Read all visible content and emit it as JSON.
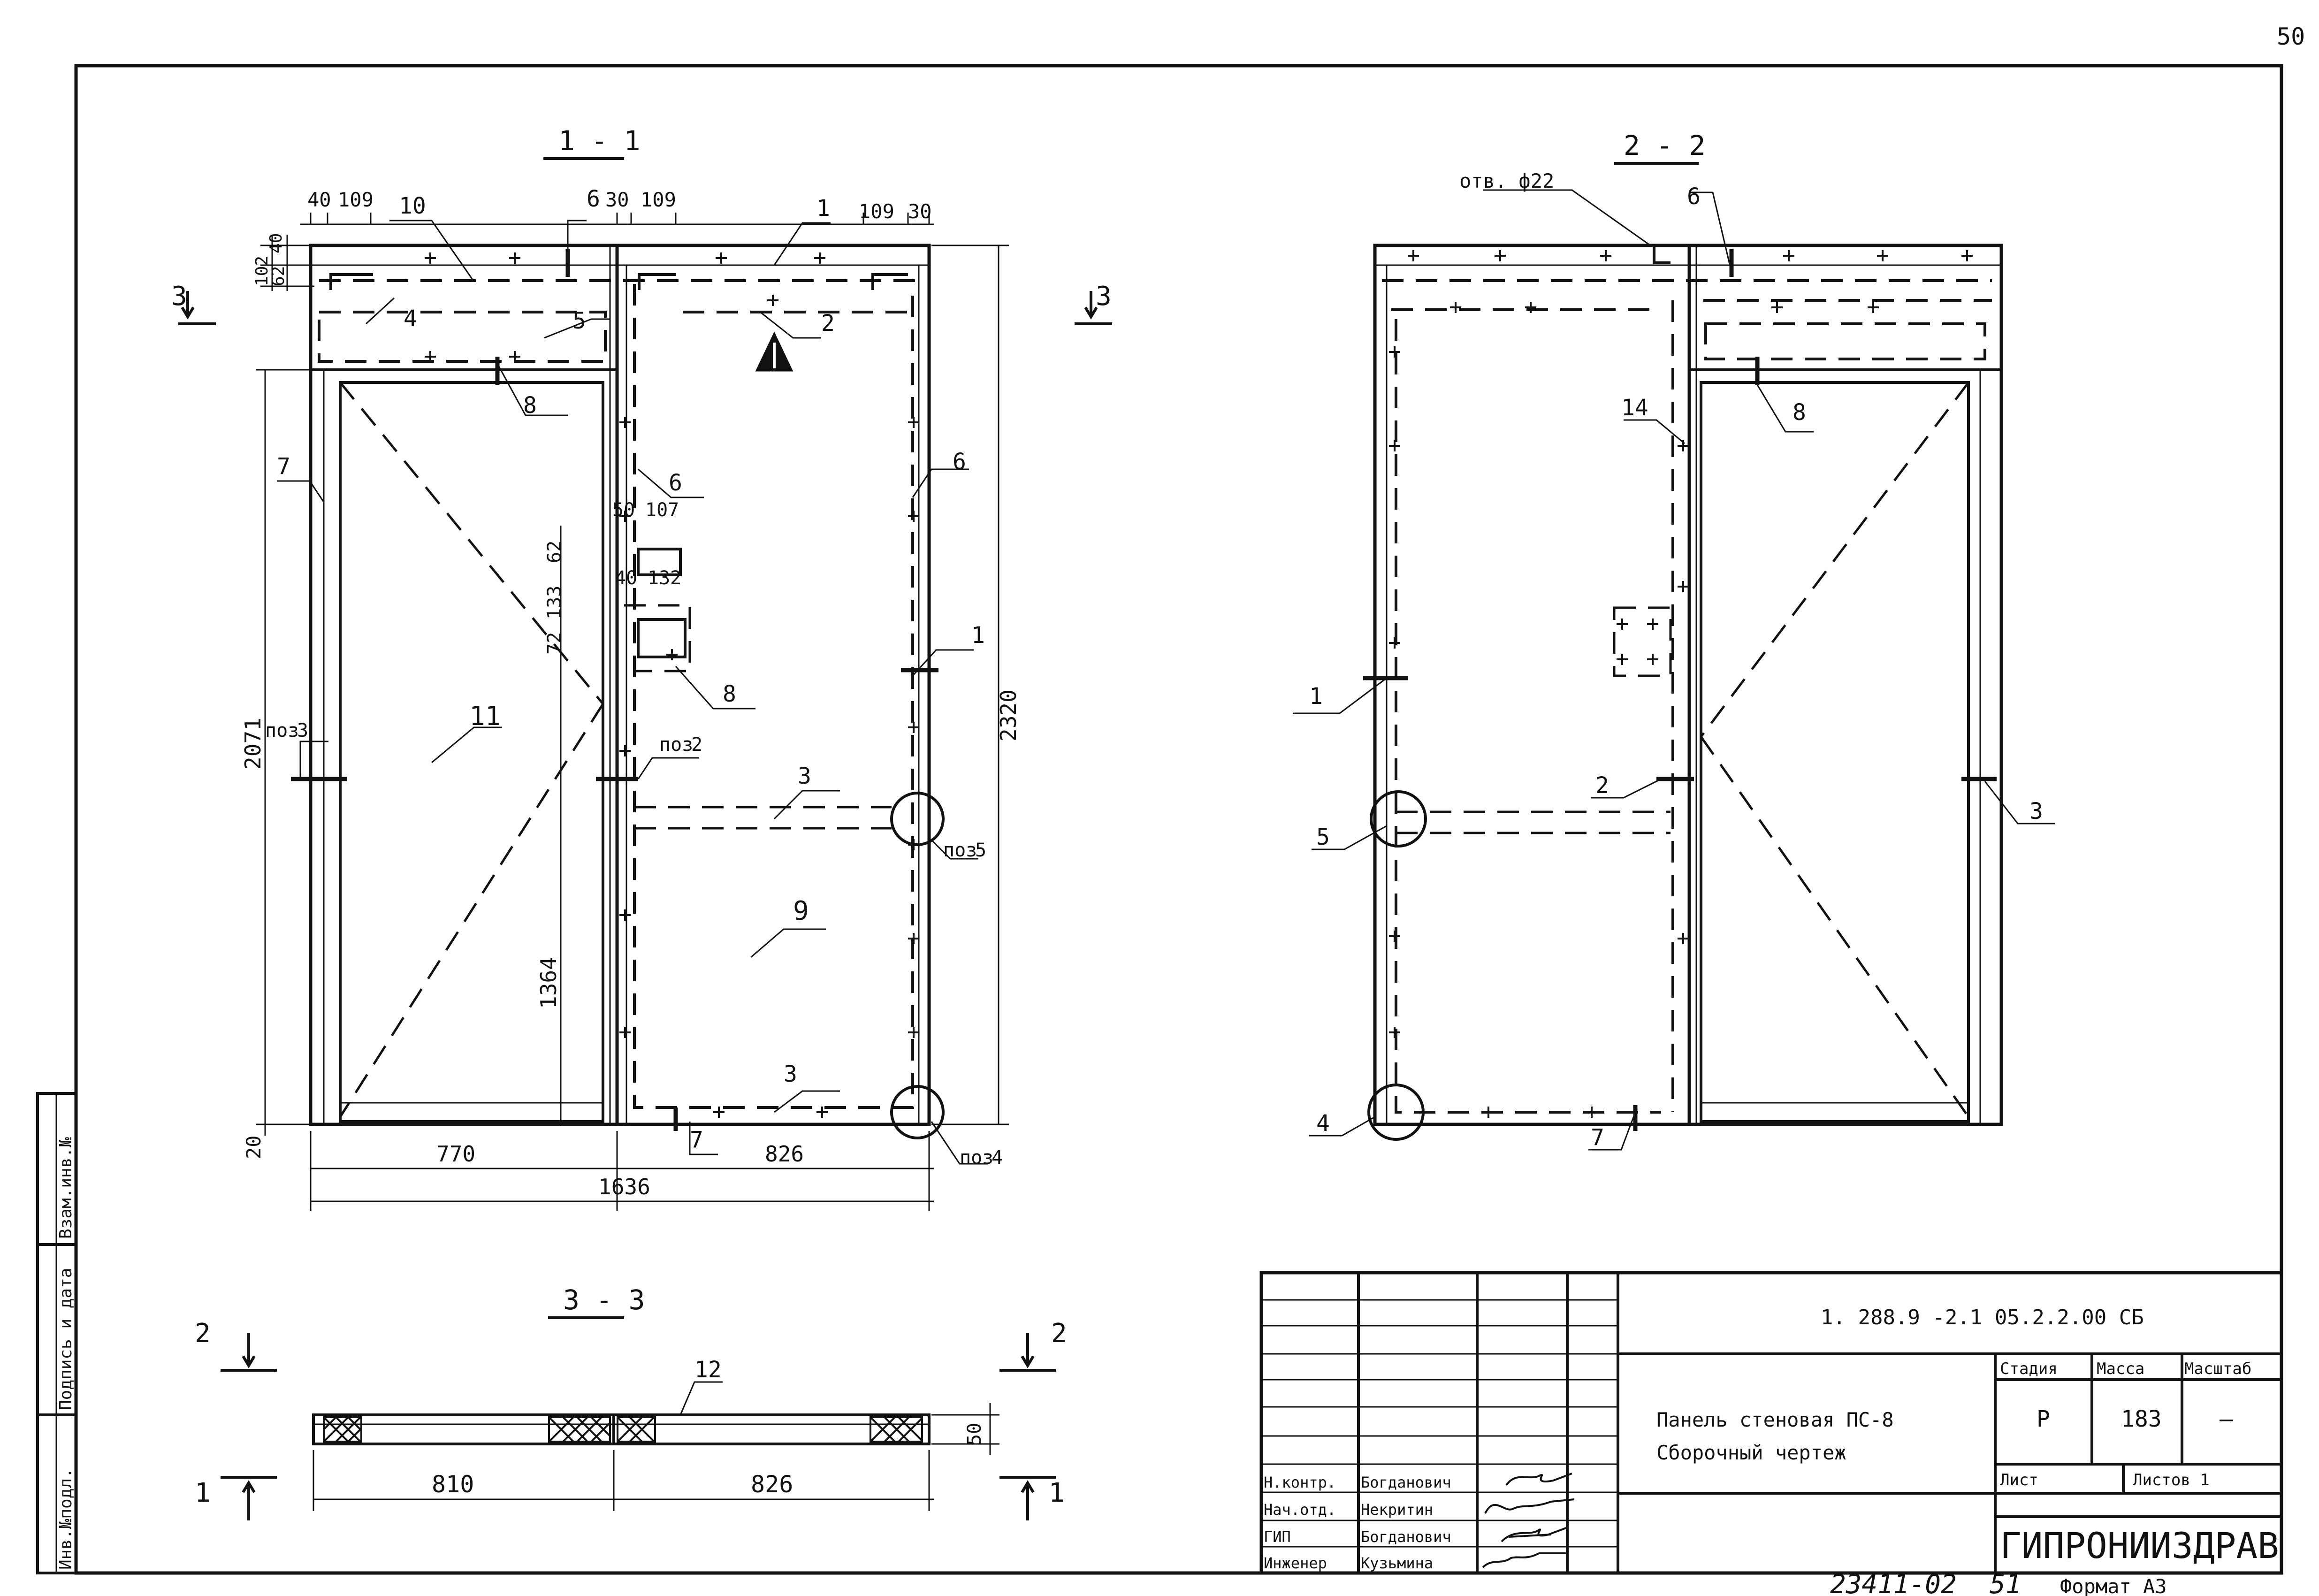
{
  "sheet": {
    "page_number": "50",
    "handwritten_bottom": "23411-02",
    "handwritten_sheet": "51",
    "format_label": "Формат А3"
  },
  "side_stamp": [
    "Инв.№подл.",
    "Подпись и дата",
    "Взам.инв.№"
  ],
  "views": {
    "section_1": "1 - 1",
    "section_2": "2 - 2",
    "section_3": "3 - 3",
    "cut_3": "3",
    "cut_2": "2",
    "cut_1": "1",
    "hole_label": "отв. ф22"
  },
  "dims_1_1": {
    "d40a": "40",
    "d109a": "109",
    "d30a": "30",
    "d109b": "109",
    "d109c": "109",
    "d30b": "30",
    "d40v": "40",
    "d62v": "62",
    "d102v": "102",
    "d50": "50",
    "d107": "107",
    "d40b": "40",
    "d132": "132",
    "d62b": "62",
    "d133": "133",
    "d72": "72",
    "h2071": "2071",
    "h2320": "2320",
    "h1364": "1364",
    "h20": "20",
    "w770": "770",
    "w826": "826",
    "w1636": "1636"
  },
  "labels_1_1": {
    "p10": "10",
    "p6a": "6",
    "p1a": "1",
    "p4": "4",
    "p5": "5",
    "p2": "2",
    "p8a": "8",
    "p7a": "7",
    "p6b": "6",
    "p6c": "6",
    "p8b": "8",
    "p1b": "1",
    "p11": "11",
    "p3a": "3",
    "p9": "9",
    "p3b": "3",
    "p7b": "7",
    "poz3": "поз",
    "poz2": "поз",
    "poz5": "поз",
    "poz4": "поз"
  },
  "labels_2_2": {
    "p6": "6",
    "p14": "14",
    "p8": "8",
    "p1": "1",
    "p2": "2",
    "p3": "3",
    "p5": "5",
    "p4": "4",
    "p7": "7"
  },
  "section_3_3": {
    "p12": "12",
    "d50": "50",
    "w810": "810",
    "w826": "826"
  },
  "title_block": {
    "doc_code": "1. 288.9 -2.1   05.2.2.00 СБ",
    "title_line1": "Панель стеновая ПС-8",
    "title_line2": "Сборочный чертеж",
    "stage_h": "Стадия",
    "mass_h": "Масса",
    "scale_h": "Масштаб",
    "stage": "Р",
    "mass": "183",
    "scale": "—",
    "sheet_h": "Лист",
    "sheets_h": "Листов 1",
    "org": "ГИПРОНИИЗДРАВ",
    "roles": [
      "Н.контр.",
      "Нач.отд.",
      "ГИП",
      "Инженер"
    ],
    "names": [
      "Богданович",
      "Некритин",
      "Богданович",
      "Кузьмина"
    ]
  }
}
